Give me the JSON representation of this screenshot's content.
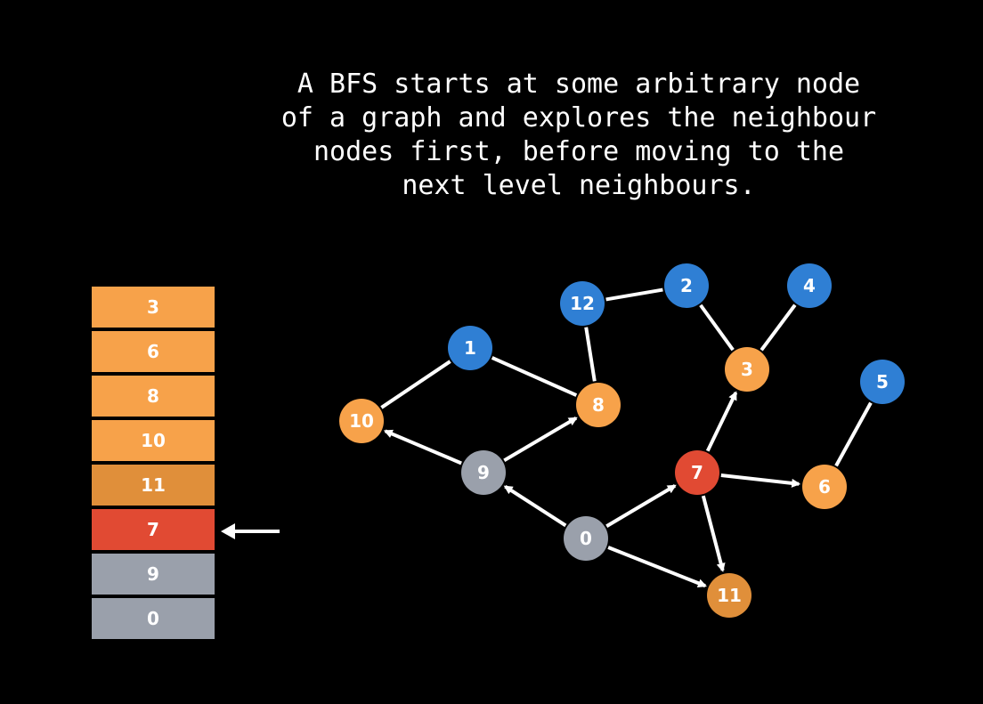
{
  "caption": {
    "lines": [
      "A BFS starts at some arbitrary node",
      "of a graph and explores the neighbour",
      "nodes first, before moving to the",
      "next level neighbours."
    ]
  },
  "colors": {
    "background": "#000000",
    "visited_orange": "#f7a24a",
    "queued_orange_dark": "#e08f3a",
    "current_red": "#e14a33",
    "done_gray": "#9aa0ab",
    "unvisited_blue": "#2f7fd4",
    "edge": "#ffffff"
  },
  "queue": {
    "items": [
      {
        "label": "3",
        "state": "queued"
      },
      {
        "label": "6",
        "state": "queued"
      },
      {
        "label": "8",
        "state": "queued"
      },
      {
        "label": "10",
        "state": "queued"
      },
      {
        "label": "11",
        "state": "queued-late"
      },
      {
        "label": "7",
        "state": "current"
      },
      {
        "label": "9",
        "state": "done"
      },
      {
        "label": "0",
        "state": "done"
      }
    ]
  },
  "graph": {
    "nodes": [
      {
        "id": "0",
        "label": "0",
        "state": "done"
      },
      {
        "id": "9",
        "label": "9",
        "state": "done"
      },
      {
        "id": "7",
        "label": "7",
        "state": "current"
      },
      {
        "id": "11",
        "label": "11",
        "state": "queued-late"
      },
      {
        "id": "10",
        "label": "10",
        "state": "queued"
      },
      {
        "id": "8",
        "label": "8",
        "state": "queued"
      },
      {
        "id": "3",
        "label": "3",
        "state": "queued"
      },
      {
        "id": "6",
        "label": "6",
        "state": "queued"
      },
      {
        "id": "1",
        "label": "1",
        "state": "unvisited"
      },
      {
        "id": "12",
        "label": "12",
        "state": "unvisited"
      },
      {
        "id": "2",
        "label": "2",
        "state": "unvisited"
      },
      {
        "id": "4",
        "label": "4",
        "state": "unvisited"
      },
      {
        "id": "5",
        "label": "5",
        "state": "unvisited"
      }
    ],
    "edges": [
      {
        "from": "0",
        "to": "9",
        "directed": true
      },
      {
        "from": "0",
        "to": "7",
        "directed": true
      },
      {
        "from": "0",
        "to": "11",
        "directed": true
      },
      {
        "from": "9",
        "to": "10",
        "directed": true
      },
      {
        "from": "9",
        "to": "8",
        "directed": true
      },
      {
        "from": "7",
        "to": "3",
        "directed": true
      },
      {
        "from": "7",
        "to": "6",
        "directed": true
      },
      {
        "from": "7",
        "to": "11",
        "directed": true
      },
      {
        "from": "10",
        "to": "1",
        "directed": false
      },
      {
        "from": "1",
        "to": "8",
        "directed": false
      },
      {
        "from": "8",
        "to": "12",
        "directed": false
      },
      {
        "from": "12",
        "to": "2",
        "directed": false
      },
      {
        "from": "2",
        "to": "3",
        "directed": false
      },
      {
        "from": "3",
        "to": "4",
        "directed": false
      },
      {
        "from": "6",
        "to": "5",
        "directed": false
      }
    ]
  }
}
